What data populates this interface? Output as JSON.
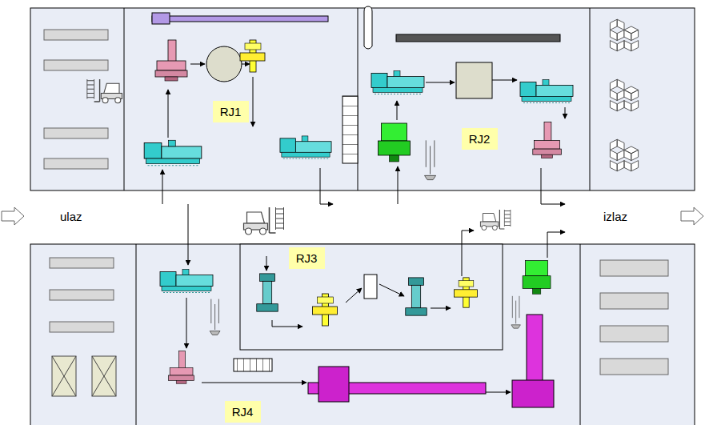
{
  "diagram": {
    "nodes": [
      {
        "text": [
          "RJ1"
        ]
      },
      {
        "text": [
          "RJ2"
        ]
      },
      {
        "text": [
          "RJ3"
        ]
      },
      {
        "text": [
          "RJ4"
        ]
      }
    ],
    "labels": [
      "ulaz",
      "izlaz"
    ]
  }
}
